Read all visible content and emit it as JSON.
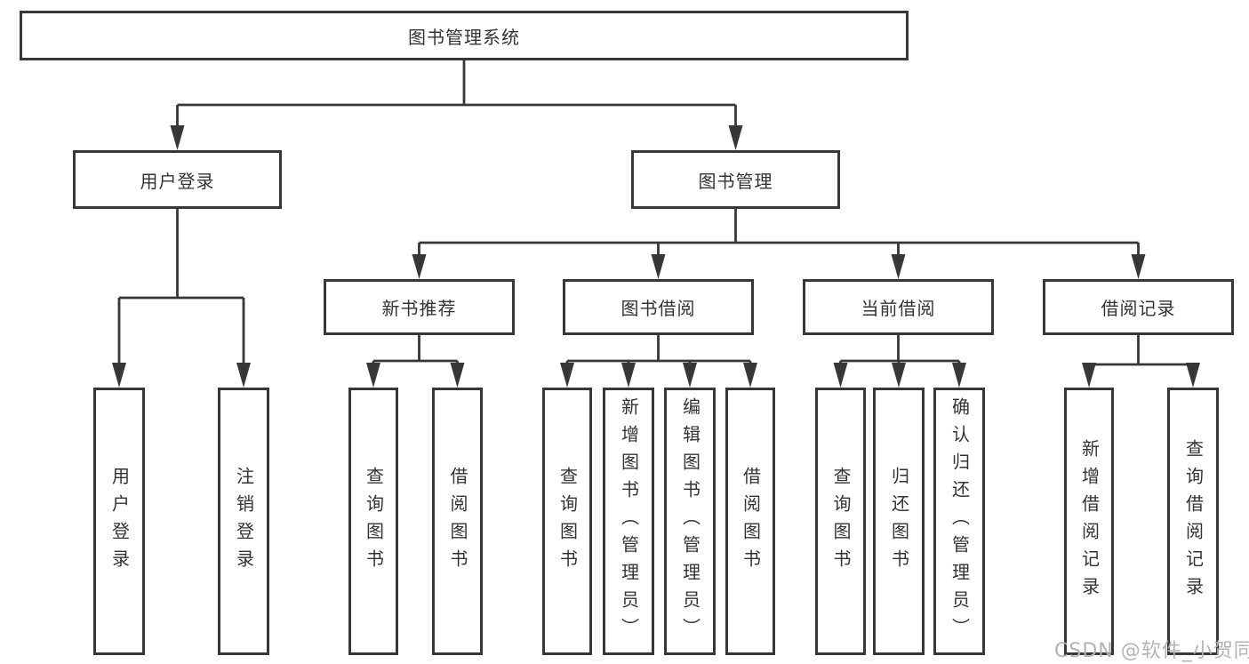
{
  "diagram": {
    "title": "图书管理系统",
    "level2": {
      "user_login": "用户登录",
      "book_management": "图书管理"
    },
    "level3": {
      "new_book_recommend": "新书推荐",
      "book_borrowing": "图书借阅",
      "current_borrowing": "当前借阅",
      "borrow_records": "借阅记录"
    },
    "leaves": {
      "user_login": "用户登录",
      "logout": "注销登录",
      "recommend_query_books": "查询图书",
      "recommend_borrow_books": "借阅图书",
      "borrowing_query_books": "查询图书",
      "add_book_admin": "新增图书（管理员）",
      "edit_book_admin": "编辑图书（管理员）",
      "borrowing_borrow_books": "借阅图书",
      "current_query_books": "查询图书",
      "return_books": "归还图书",
      "confirm_return_admin": "确认归还（管理员）",
      "add_borrow_record": "新增借阅记录",
      "query_borrow_record": "查询借阅记录"
    },
    "watermark": "CSDN @软件_小贺同学"
  },
  "colors": {
    "line": "#373737",
    "text": "#333333",
    "watermark": "#b3b3b3",
    "background": "#ffffff"
  }
}
